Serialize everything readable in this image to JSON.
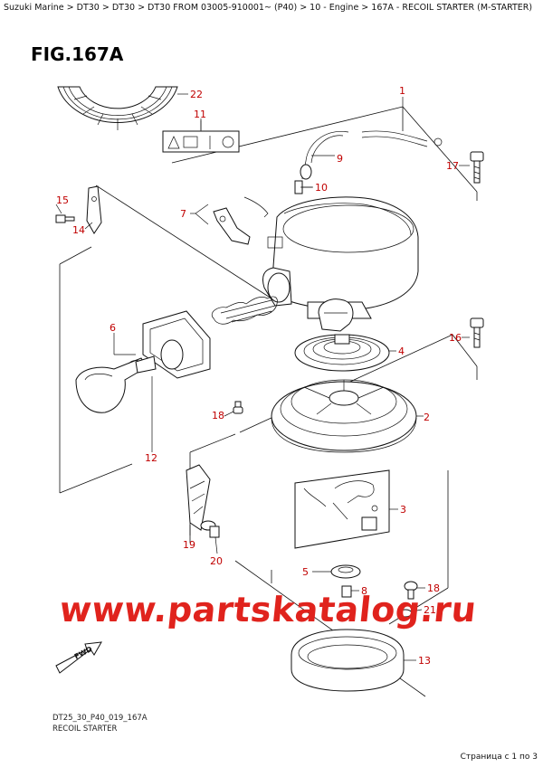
{
  "breadcrumb": "Suzuki Marine > DT30 > DT30 > DT30 FROM 03005-910001~ (P40) > 10 - Engine > 167A - RECOIL STARTER (M-STARTER)",
  "figure_title": "FIG.167A",
  "footer_code": "DT25_30_P40_019_167A",
  "footer_name": "RECOIL STARTER",
  "page_info": "Страница с 1 по 3",
  "watermark": "www.partskatalog.ru",
  "fwd_label": "FWD",
  "callouts": {
    "c1": "1",
    "c2": "2",
    "c3": "3",
    "c4": "4",
    "c5": "5",
    "c6": "6",
    "c7": "7",
    "c8": "8",
    "c9": "9",
    "c10": "10",
    "c11": "11",
    "c12": "12",
    "c13": "13",
    "c14": "14",
    "c15": "15",
    "c16": "16",
    "c17": "17",
    "c18a": "18",
    "c18b": "18",
    "c19": "19",
    "c20": "20",
    "c21": "21",
    "c22": "22"
  }
}
